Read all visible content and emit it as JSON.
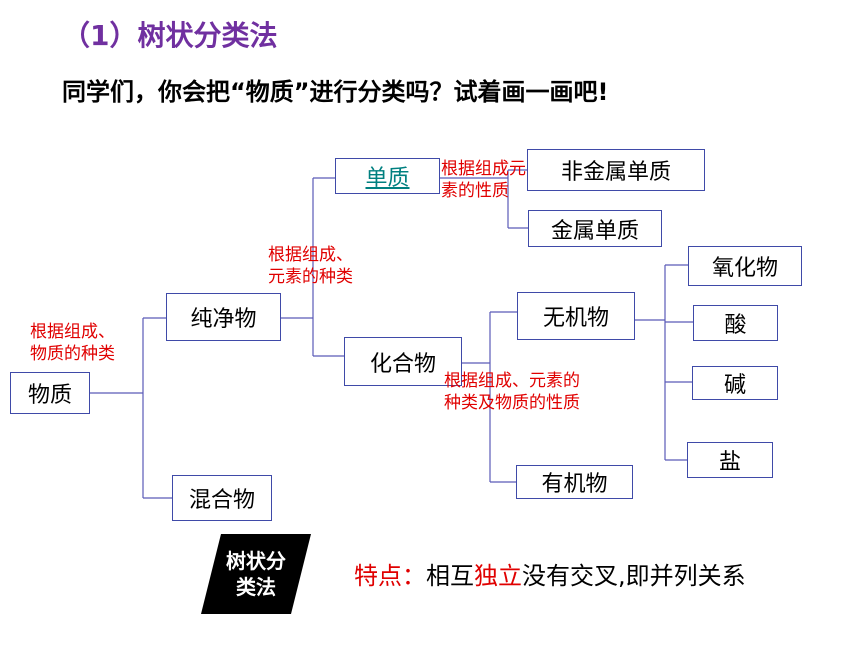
{
  "title": "（1）树状分类法",
  "subtitle": "同学们，你会把“物质”进行分类吗？试着画一画吧!",
  "nodes": {
    "wuzhi": "物质",
    "chunjingwu": "纯净物",
    "hunhewu": "混合物",
    "danzhi": "单质",
    "huahewu": "化合物",
    "feijinshu": "非金属单质",
    "jinshu": "金属单质",
    "wujiwu": "无机物",
    "youjiwu": "有机物",
    "yanghuawu": "氧化物",
    "suan": "酸",
    "jian": "碱",
    "yan": "盐"
  },
  "labels": {
    "by_substance_type": [
      "根据组成、",
      "物质的种类"
    ],
    "by_element_type": [
      "根据组成、",
      "元素的种类"
    ],
    "by_element_property": [
      "根据组成元",
      "素的性质"
    ],
    "by_element_and_property": [
      "根据组成、元素的",
      "种类及物质的性质"
    ]
  },
  "tag": [
    "树状分",
    "类法"
  ],
  "feature": {
    "prefix": "特点：",
    "text1": "相互",
    "highlight": "独立",
    "text2": "没有交叉,即并列关系"
  },
  "colors": {
    "title": "#7030a0",
    "label_red": "#e00000",
    "box_border": "#3f4aa8",
    "connector": "#5a5ab8",
    "tag_bg": "#000000"
  }
}
